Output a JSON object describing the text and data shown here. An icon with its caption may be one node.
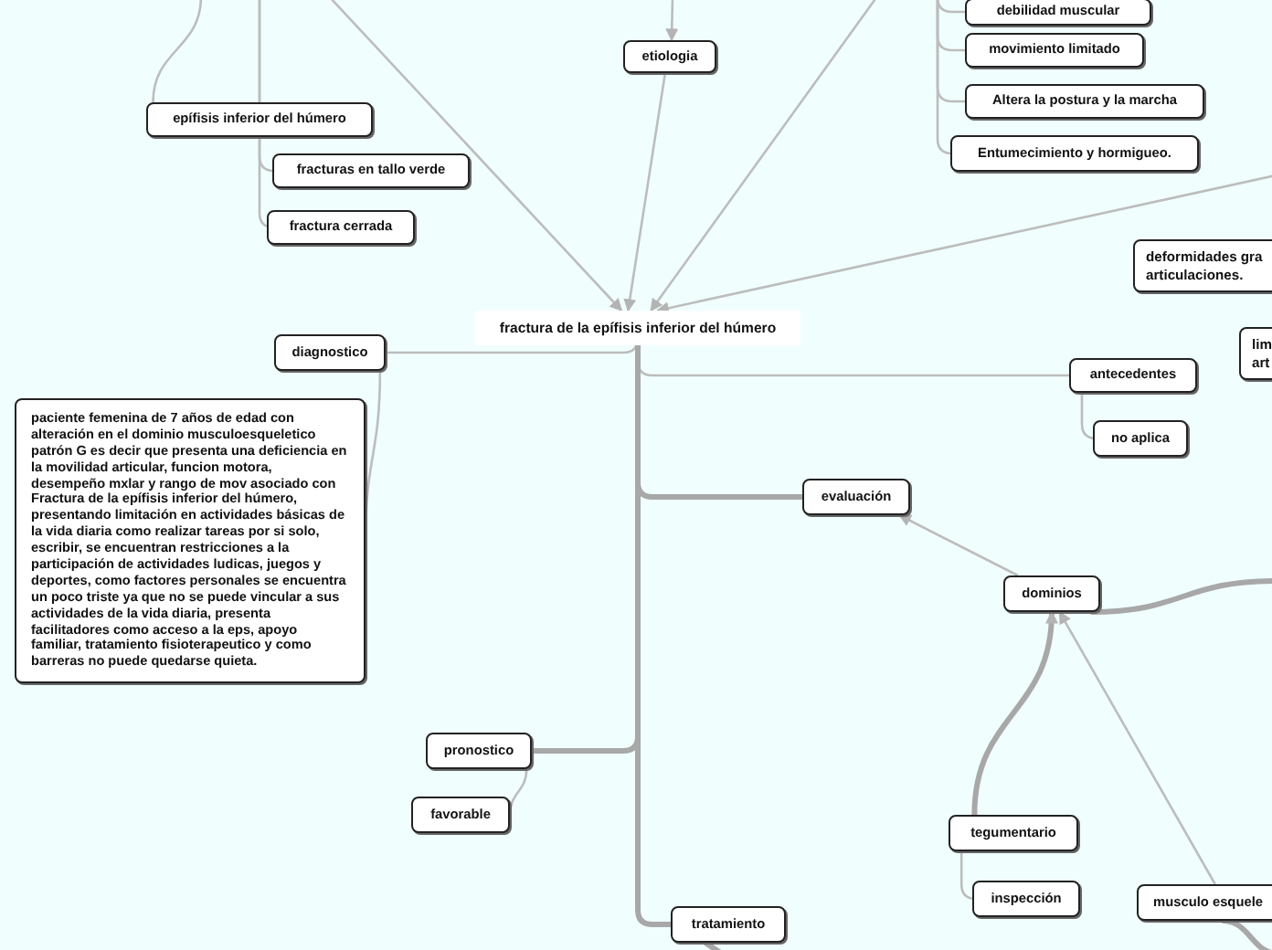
{
  "diagram": {
    "nodes": [
      {
        "text": [
          "epífisis inferior del húmero"
        ]
      },
      {
        "text": [
          "fracturas en tallo verde"
        ]
      },
      {
        "text": [
          "fractura cerrada"
        ]
      },
      {
        "text": [
          "etiologia"
        ]
      },
      {
        "text": [
          "debilidad muscular"
        ]
      },
      {
        "text": [
          "movimiento limitado"
        ]
      },
      {
        "text": [
          "Altera la postura y la marcha"
        ]
      },
      {
        "text": [
          "Entumecimiento y hormigueo."
        ]
      },
      {
        "text": [
          "fractura de la epífisis inferior del húmero"
        ]
      },
      {
        "text": [
          "deformidades gra articulaciones."
        ]
      },
      {
        "text": [
          "diagnostico"
        ]
      },
      {
        "text": [
          "paciente femenina de 7 años de edad con alteración en el dominio musculoesqueletico patrón G es decir que presenta una deficiencia en la movilidad articular, funcion motora, desempeño mxlar y rango de mov asociado con Fractura de la epífisis inferior del húmero, presentando limitación en actividades básicas de la vida diaria como realizar tareas por si solo, escribir, se encuentran restricciones a la participación de actividades ludicas, juegos y deportes, como factores personales se encuentra un poco triste ya que no se puede vincular a sus actividades de la vida diaria, presenta facilitadores como acceso a la eps, apoyo familiar, tratamiento fisioterapeutico y como barreras no puede quedarse quieta."
        ]
      },
      {
        "text": [
          "lim art"
        ]
      },
      {
        "text": [
          "antecedentes"
        ]
      },
      {
        "text": [
          "no aplica"
        ]
      },
      {
        "text": [
          "evaluación"
        ]
      },
      {
        "text": [
          "dominios"
        ]
      },
      {
        "text": [
          "pronostico"
        ]
      },
      {
        "text": [
          "favorable"
        ]
      },
      {
        "text": [
          "tegumentario"
        ]
      },
      {
        "text": [
          "inspección"
        ]
      },
      {
        "text": [
          "tratamiento"
        ]
      },
      {
        "text": [
          "musculo esquele"
        ]
      }
    ],
    "edges": [
      {
        "from": null,
        "to": 8,
        "arrow": "to"
      },
      {
        "from": null,
        "to": 3,
        "arrow": "to"
      },
      {
        "from": 3,
        "to": 8,
        "arrow": "to"
      },
      {
        "from": null,
        "to": 8,
        "arrow": "to"
      },
      {
        "from": null,
        "to": 8,
        "arrow": "to"
      },
      {
        "from": null,
        "to": 0,
        "arrow": "none"
      },
      {
        "from": null,
        "to": 1,
        "arrow": "none"
      },
      {
        "from": null,
        "to": 2,
        "arrow": "none"
      },
      {
        "from": null,
        "to": 4,
        "arrow": "none"
      },
      {
        "from": null,
        "to": 5,
        "arrow": "none"
      },
      {
        "from": null,
        "to": 6,
        "arrow": "none"
      },
      {
        "from": null,
        "to": 7,
        "arrow": "none"
      },
      {
        "from": 8,
        "to": 10,
        "arrow": "none"
      },
      {
        "from": 10,
        "to": 11,
        "arrow": "none"
      },
      {
        "from": 8,
        "to": 13,
        "arrow": "none"
      },
      {
        "from": 13,
        "to": 14,
        "arrow": "none"
      },
      {
        "from": 8,
        "to": 15,
        "arrow": "none",
        "style": "thick"
      },
      {
        "from": 16,
        "to": 15,
        "arrow": "to"
      },
      {
        "from": 16,
        "to": null,
        "arrow": "none",
        "style": "thick"
      },
      {
        "from": 19,
        "to": 16,
        "arrow": "to",
        "style": "thick"
      },
      {
        "from": 22,
        "to": 16,
        "arrow": "to"
      },
      {
        "from": 19,
        "to": 20,
        "arrow": "none"
      },
      {
        "from": 8,
        "to": 17,
        "arrow": "none",
        "style": "thick"
      },
      {
        "from": 17,
        "to": 18,
        "arrow": "none"
      },
      {
        "from": 8,
        "to": 21,
        "arrow": "none",
        "style": "thick"
      },
      {
        "from": 21,
        "to": null,
        "arrow": "none",
        "style": "thick"
      },
      {
        "from": 22,
        "to": null,
        "arrow": "none",
        "style": "thick"
      }
    ]
  }
}
